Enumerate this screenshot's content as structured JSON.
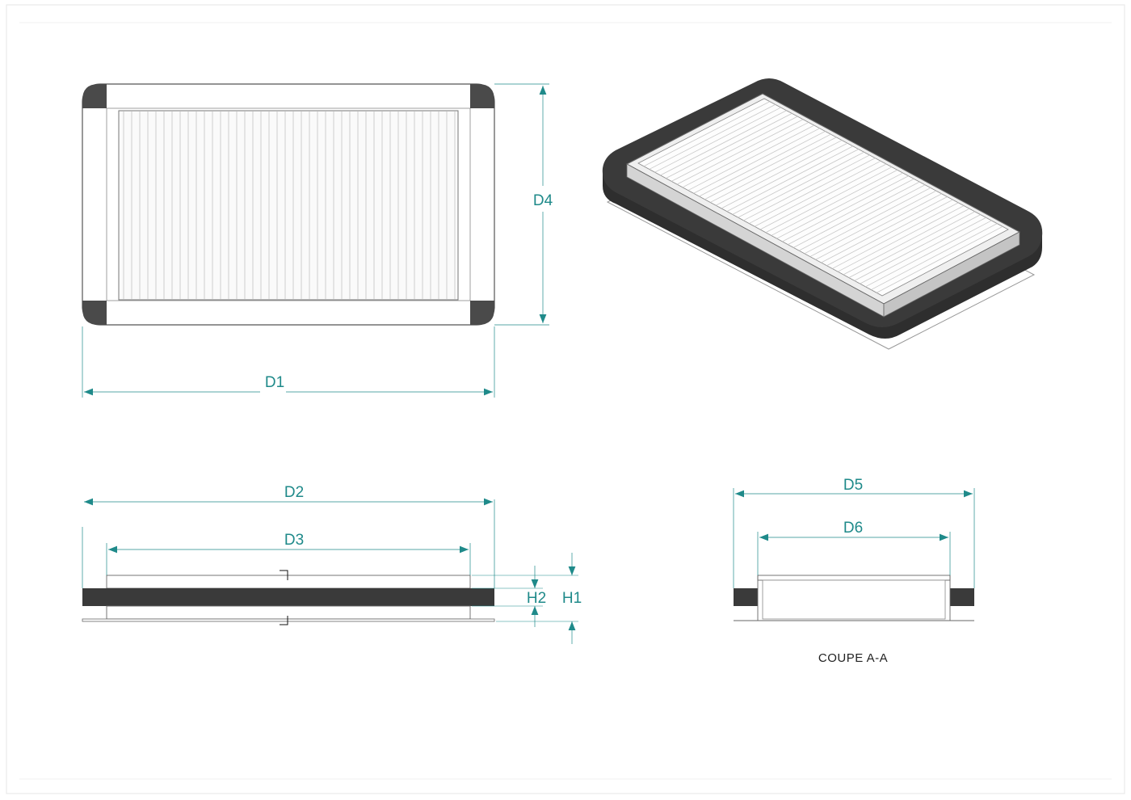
{
  "colors": {
    "dimension": "#1f8a8a",
    "gasket": "#3a3a3a",
    "outline": "#555555",
    "pleat": "#bbbbbb",
    "frame_border": "#e6e6e6"
  },
  "labels": {
    "d1": "D1",
    "d2": "D2",
    "d3": "D3",
    "d4": "D4",
    "d5": "D5",
    "d6": "D6",
    "h1": "H1",
    "h2": "H2"
  },
  "section": {
    "caption": "COUPE A-A"
  }
}
